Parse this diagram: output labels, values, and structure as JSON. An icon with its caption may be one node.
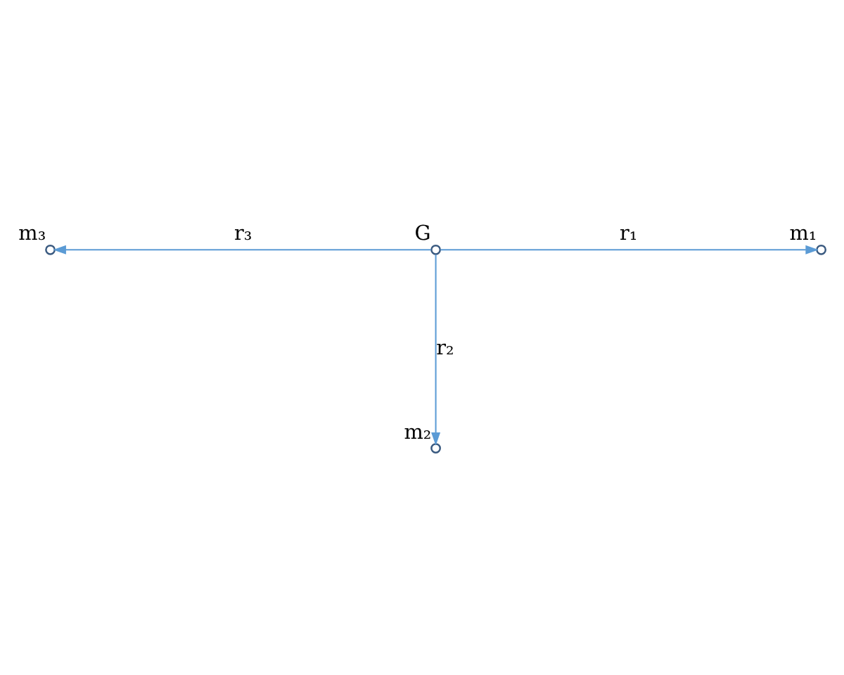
{
  "diagram": {
    "nodes": [
      {
        "text": [],
        "shape": "circle",
        "beside": [
          "m₃"
        ]
      },
      {
        "text": [],
        "shape": "circle",
        "beside": [
          "m₁"
        ]
      },
      {
        "text": [],
        "shape": "circle",
        "beside": [
          "G"
        ]
      },
      {
        "text": [],
        "shape": "circle",
        "beside": [
          "m₂"
        ]
      }
    ],
    "edges": [
      {
        "from": 2,
        "to": 1,
        "arrow": "to",
        "label": "r₁"
      },
      {
        "from": 2,
        "to": 3,
        "arrow": "to",
        "label": "r₂"
      },
      {
        "from": 2,
        "to": 0,
        "arrow": "to",
        "label": "r₃"
      }
    ]
  }
}
